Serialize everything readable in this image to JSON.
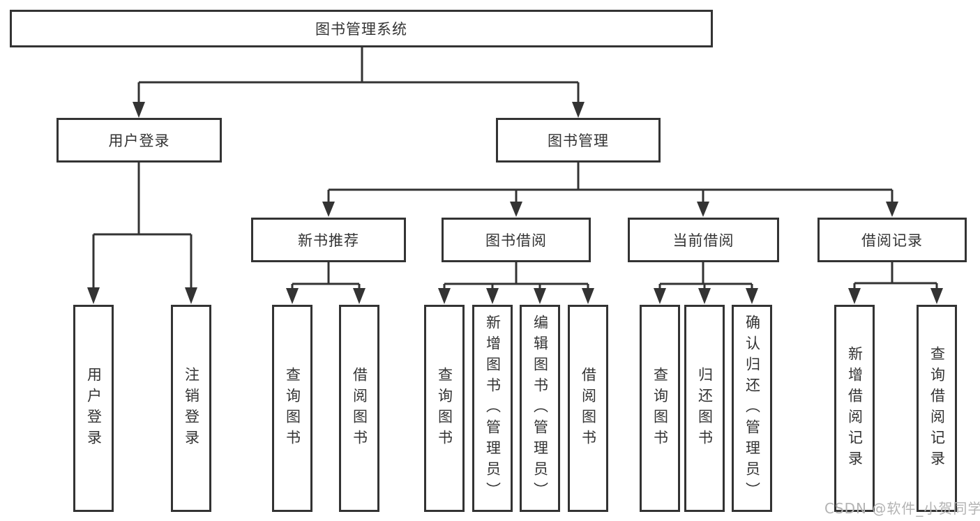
{
  "colors": {
    "line": "#333333",
    "text": "#333333",
    "watermark": "#b3b3b3",
    "bg": "#ffffff"
  },
  "watermark": "CSDN @软件_小贺同学",
  "tree": {
    "root": {
      "label": "图书管理系统"
    },
    "level2": [
      {
        "label": "用户登录",
        "parent": "图书管理系统"
      },
      {
        "label": "图书管理",
        "parent": "图书管理系统"
      }
    ],
    "level3": [
      {
        "label": "新书推荐",
        "parent": "图书管理"
      },
      {
        "label": "图书借阅",
        "parent": "图书管理"
      },
      {
        "label": "当前借阅",
        "parent": "图书管理"
      },
      {
        "label": "借阅记录",
        "parent": "图书管理"
      }
    ],
    "leaves": [
      {
        "label": "用户登录",
        "parent": "用户登录"
      },
      {
        "label": "注销登录",
        "parent": "用户登录"
      },
      {
        "label": "查询图书",
        "parent": "新书推荐"
      },
      {
        "label": "借阅图书",
        "parent": "新书推荐"
      },
      {
        "label": "查询图书",
        "parent": "图书借阅"
      },
      {
        "label": "新增图书（管理员）",
        "parent": "图书借阅"
      },
      {
        "label": "编辑图书（管理员）",
        "parent": "图书借阅"
      },
      {
        "label": "借阅图书",
        "parent": "图书借阅"
      },
      {
        "label": "查询图书",
        "parent": "当前借阅"
      },
      {
        "label": "归还图书",
        "parent": "当前借阅"
      },
      {
        "label": "确认归还（管理员）",
        "parent": "当前借阅"
      },
      {
        "label": "新增借阅记录",
        "parent": "借阅记录"
      },
      {
        "label": "查询借阅记录",
        "parent": "借阅记录"
      }
    ]
  }
}
